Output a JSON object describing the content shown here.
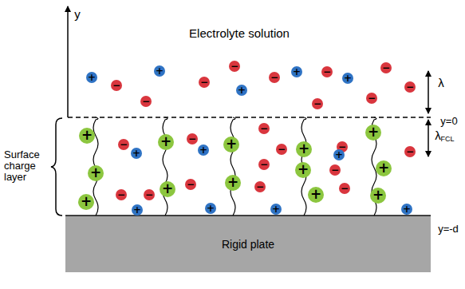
{
  "diagram": {
    "nodes": [
      {
        "text": [
          "Rigid plate"
        ]
      }
    ],
    "labels": [
      "y",
      "Electrolyte solution",
      "λ",
      "y=0",
      "λ",
      "FCL",
      "Surface charge layer",
      "y=-d",
      "+",
      "−",
      "−",
      "+",
      "−",
      "−",
      "+",
      "−",
      "+",
      "−",
      "−",
      "+",
      "−",
      "−",
      "−",
      "+",
      "+",
      "+",
      "+",
      "+",
      "+",
      "+",
      "+",
      "+",
      "+",
      "+",
      "+",
      "+",
      "−",
      "−",
      "−",
      "−",
      "−",
      "−",
      "−",
      "−",
      "−",
      "−",
      "−",
      "−",
      "−",
      "+",
      "+",
      "+",
      "+",
      "+",
      "+",
      "+"
    ]
  }
}
